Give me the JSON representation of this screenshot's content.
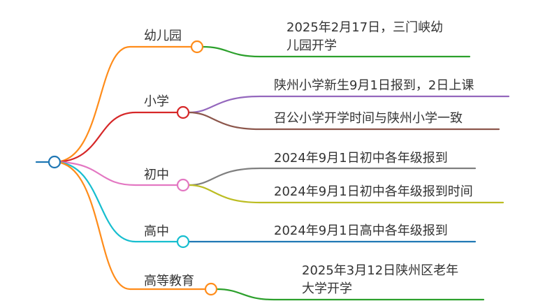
{
  "mindmap": {
    "root": {
      "label": "",
      "color": "#1f77b4"
    },
    "branches": [
      {
        "label": "幼儿园",
        "color": "#ff8c1a",
        "children": [
          {
            "text": "2025年2月17日，三门峡幼儿园开学",
            "color": "#2ca02c"
          }
        ]
      },
      {
        "label": "小学",
        "color": "#d62728",
        "children": [
          {
            "text": "陕州小学新生9月1日报到，2日上课",
            "color": "#9467bd"
          },
          {
            "text": "召公小学开学时间与陕州小学一致",
            "color": "#8c564b"
          }
        ]
      },
      {
        "label": "初中",
        "color": "#e377c2",
        "children": [
          {
            "text": "2024年9月1日初中各年级报到",
            "color": "#7f7f7f"
          },
          {
            "text": "2024年9月1日初中各年级报到时间",
            "color": "#bcbd22"
          }
        ]
      },
      {
        "label": "高中",
        "color": "#17becf",
        "children": [
          {
            "text": "2024年9月1日高中各年级报到",
            "color": "#1f77b4"
          }
        ]
      },
      {
        "label": "高等教育",
        "color": "#ff8c1a",
        "children": [
          {
            "text": "2025年3月12日陕州区老年大学开学",
            "color": "#2ca02c"
          }
        ]
      }
    ]
  }
}
